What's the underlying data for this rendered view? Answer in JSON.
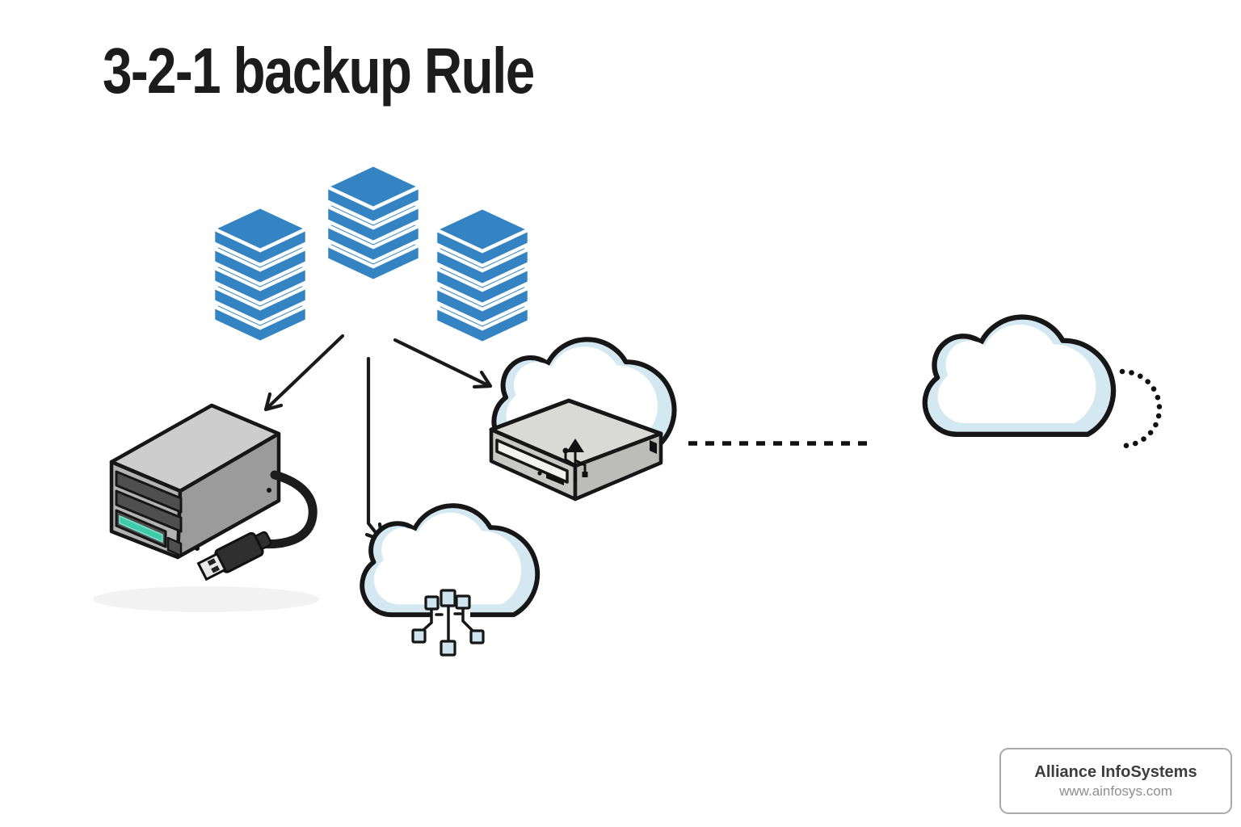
{
  "title": "3-2-1 backup Rule",
  "brand": {
    "name": "Alliance InfoSystems",
    "url": "www.ainfosys.com"
  },
  "colors": {
    "accent_blue": "#3484c4",
    "cloud_blue": "#d3e8f1",
    "node_blue": "#cfe4ef",
    "status_teal": "#3fcbaa",
    "ink": "#161616"
  },
  "icons": {
    "copies": "isometric-database-stack-x3",
    "local_copy": "external-hard-drive-with-usb-cable",
    "second_media": "usb-backup-drive-with-cloud",
    "network_backup": "cloud-with-network-nodes",
    "offsite_copy": "offsite-cloud-with-sync-arc"
  }
}
